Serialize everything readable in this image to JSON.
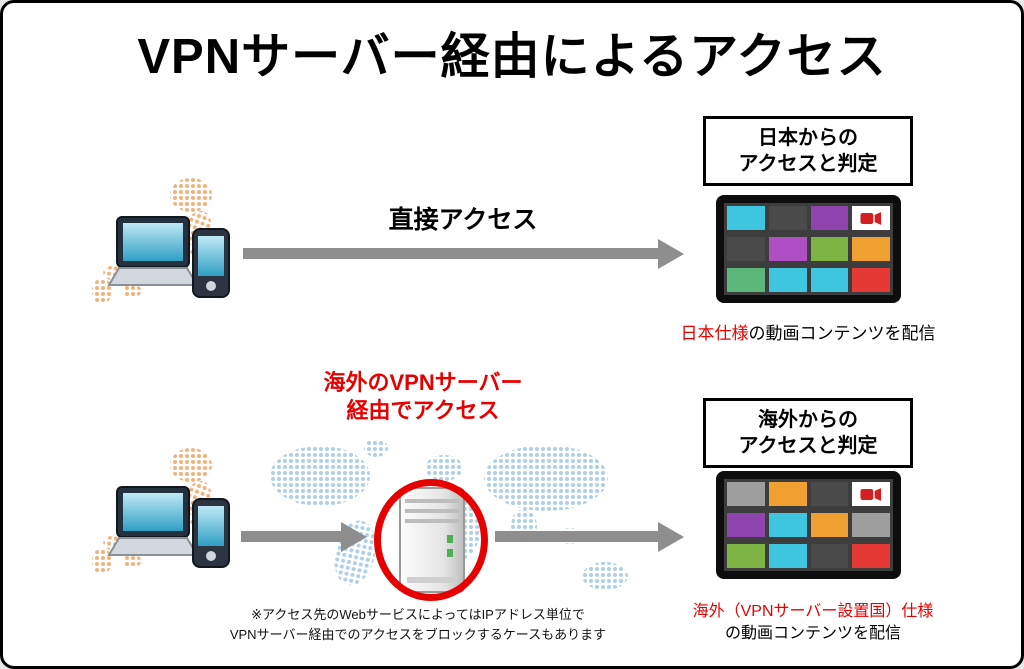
{
  "diagram": {
    "title": "VPNサーバー経由によるアクセス"
  },
  "top_flow": {
    "arrow_label": "直接アクセス",
    "verdict": {
      "line1": "日本からの",
      "line2": "アクセスと判定"
    },
    "caption": {
      "highlight": "日本仕様",
      "rest": "の動画コンテンツを配信"
    }
  },
  "bottom_flow": {
    "route_label": {
      "line1": "海外のVPNサーバー",
      "line2": "経由でアクセス"
    },
    "verdict": {
      "line1": "海外からの",
      "line2": "アクセスと判定"
    },
    "caption": {
      "highlight": "海外（VPNサーバー設置国）仕様",
      "rest": "の動画コンテンツを配信"
    },
    "footnote": {
      "line1": "※アクセス先のWebサービスによってはIPアドレス単位で",
      "line2": "VPNサーバー経由でのアクセスをブロックするケースもあります"
    }
  },
  "colors": {
    "accent_red": "#e60000",
    "arrow_gray": "#8e8e8e",
    "japan_map_dot": "#f2b27c",
    "world_map_dot": "#aed0e8",
    "video_frame": "#0d0d0d"
  },
  "video_tiles": {
    "top": [
      [
        "#3ec6e0",
        "#4a4a4a",
        "#8e44ad",
        "icon"
      ],
      [
        "#4a4a4a",
        "#b04fc4",
        "#7cb342",
        "#f0a030"
      ],
      [
        "#5cb87a",
        "#3ec6e0",
        "#3ec6e0",
        "#e53935"
      ]
    ],
    "bottom": [
      [
        "#9e9e9e",
        "#f0a030",
        "#4a4a4a",
        "icon"
      ],
      [
        "#8e44ad",
        "#3ec6e0",
        "#f0a030",
        "#9e9e9e"
      ],
      [
        "#7cb342",
        "#3ec6e0",
        "#4a4a4a",
        "#e53935"
      ]
    ]
  }
}
